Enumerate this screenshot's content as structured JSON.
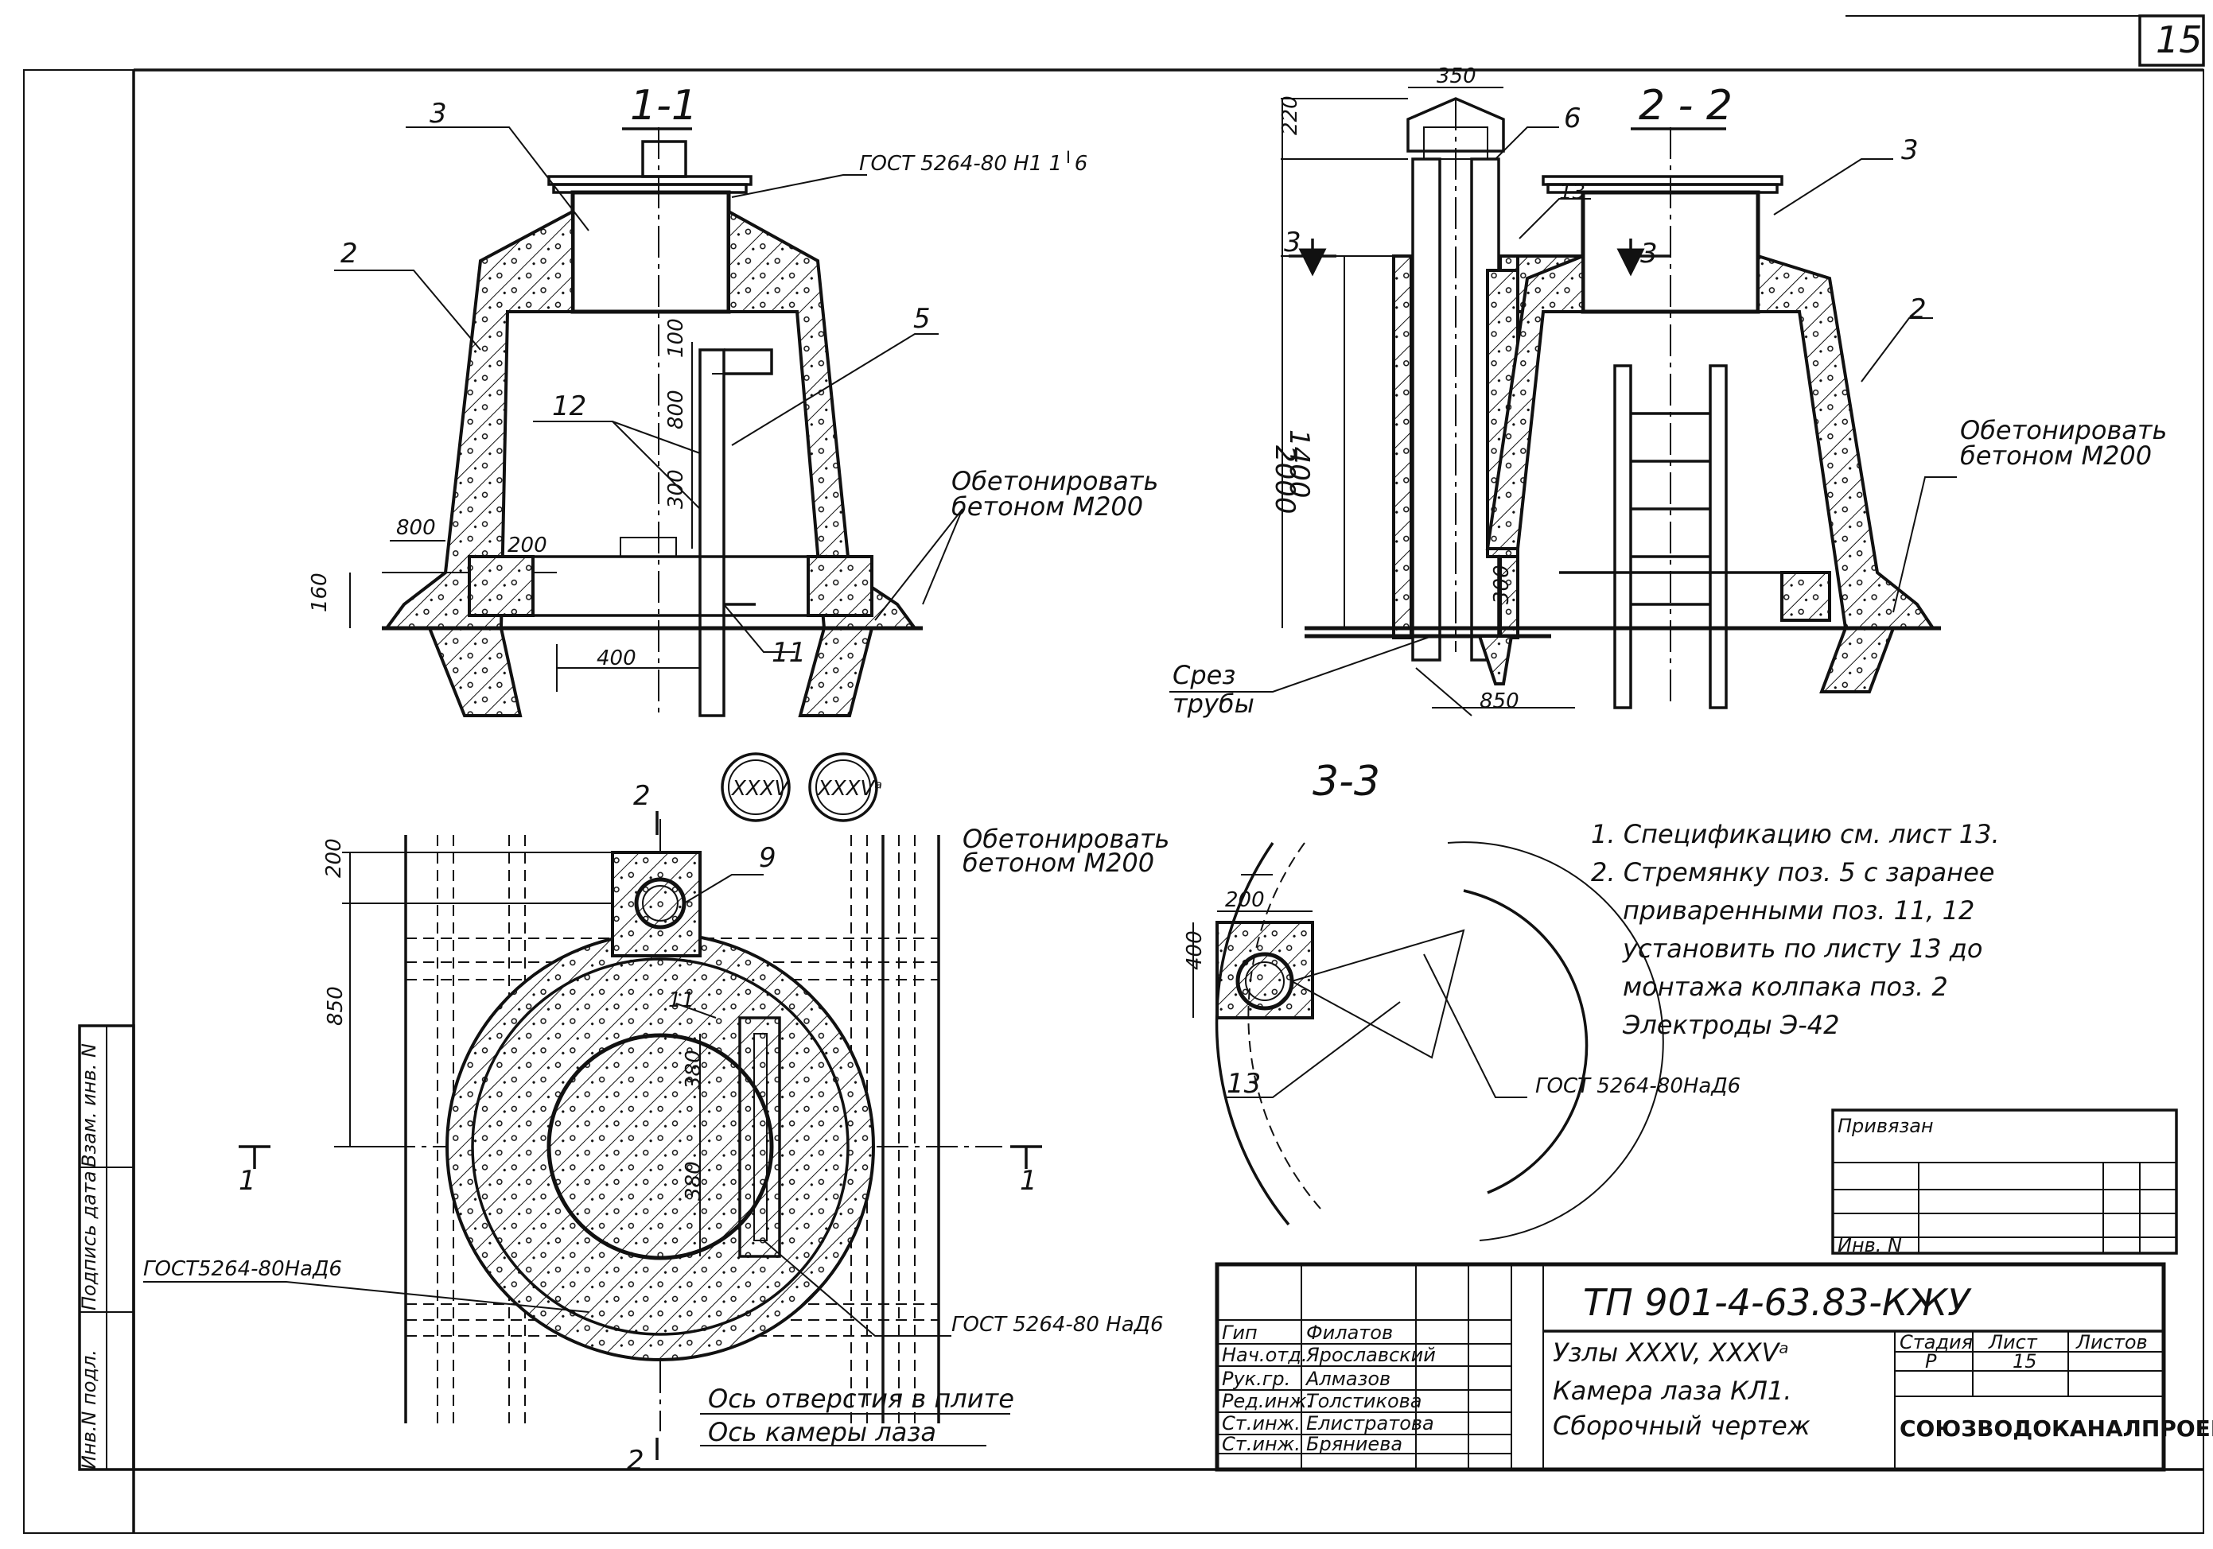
{
  "sheet": {
    "number": "15"
  },
  "sections": {
    "s11": "1-1",
    "s22": "2 - 2",
    "s33": "3-3"
  },
  "node_marks": {
    "xxxv": "XXXV",
    "xxxva": "XXXVᵃ"
  },
  "positions": {
    "p2": "2",
    "p3": "3",
    "p5": "5",
    "p6": "6",
    "p9": "9",
    "p11": "11",
    "p12": "12",
    "p13": "13"
  },
  "dimensions": {
    "d350": "350",
    "d220": "220",
    "d2000": "2000",
    "d1400": "1400",
    "d300": "300",
    "d850": "850",
    "d100": "100",
    "d800": "800",
    "d200": "200",
    "d160": "160",
    "d400": "400",
    "d380": "380",
    "d3": "3",
    "d1": "1",
    "d2": "2"
  },
  "annotations": {
    "gost_top": "ГОСТ 5264-80 Н1 1╵6",
    "gost_33": "ГОСТ 5264-80НаД6",
    "gost_plan_left": "ГОСТ5264-80НаД6",
    "gost_plan_right": "ГОСТ 5264-80 НаД6",
    "concrete_1": "Обетонировать",
    "concrete_2": "бетоном М200",
    "pipe_cut_1": "Срез",
    "pipe_cut_2": "трубы",
    "axis_hole": "Ось отверстия в плите",
    "axis_chamber": "Ось камеры лаза"
  },
  "notes": [
    "1. Спецификацию см. лист 13.",
    "2. Стремянку поз. 5 с заранее",
    "приваренными поз. 11, 12",
    "установить по листу 13 до",
    "монтажа колпака поз. 2",
    "Электроды Э-42"
  ],
  "side_stamp": {
    "c1": "Инв.N подл.",
    "c2": "Подпись дата",
    "c3": "Взам. инв. N"
  },
  "binding": {
    "title": "Привязан",
    "inv": "Инв. N"
  },
  "title_block": {
    "code": "ТП 901-4-63.83-КЖУ",
    "roles": [
      "Гип",
      "Нач.отд.",
      "Рук.гр.",
      "Ред.инж.",
      "Ст.инж.",
      "Ст.инж."
    ],
    "names": [
      "Филатов",
      "Ярославский",
      "Алмазов",
      "Толстикова",
      "Елистратова",
      "Бряниева"
    ],
    "desc1": "Узлы XXXV, XXXVᵃ",
    "desc2": "Камера лаза КЛ1.",
    "desc3": "Сборочный чертеж",
    "stage_h": "Стадия",
    "sheet_h": "Лист",
    "sheets_h": "Листов",
    "stage": "Р",
    "sheet": "15",
    "org": "СОЮЗВОДОКАНАЛПРОЕКТ"
  }
}
